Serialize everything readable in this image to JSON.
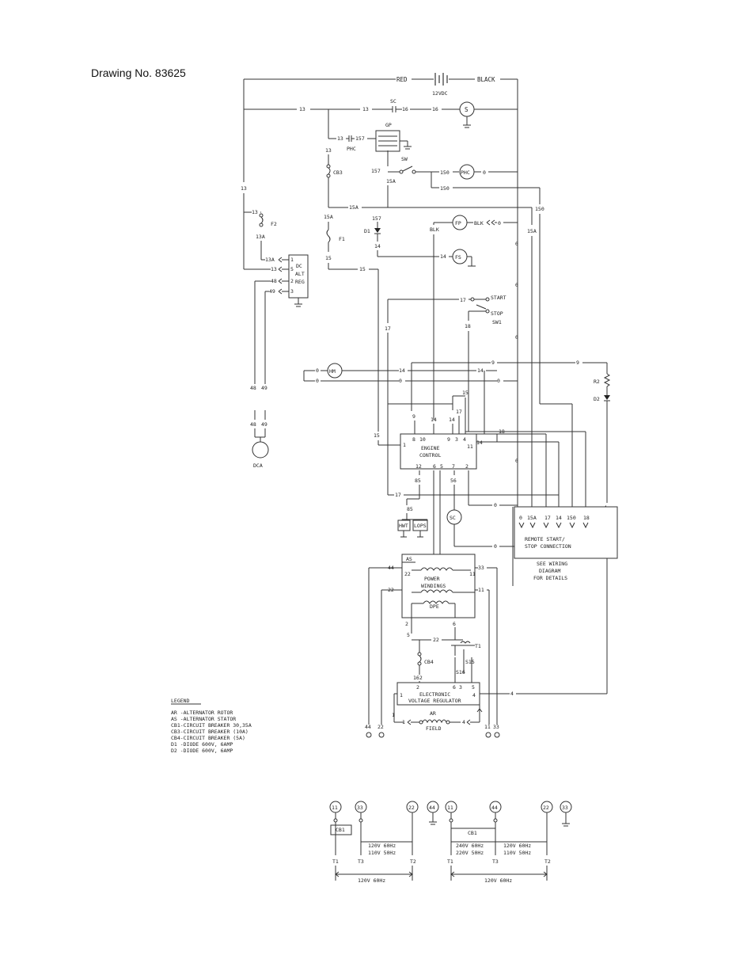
{
  "title": "Drawing No. 83625",
  "battery": {
    "pos": "RED",
    "neg": "BLACK",
    "volt": "12VDC"
  },
  "components": {
    "starter": "S",
    "phc_motor": "PHC",
    "fuel_pump": "FP",
    "fuel_solenoid": "FS",
    "hour_meter": "HM",
    "dca": "DCA",
    "glow_plug": "GP",
    "phc": "PHC",
    "sw": "SW",
    "cb3": "CB3",
    "f1": "F1",
    "f2": "F2",
    "d1": "D1",
    "r2": "R2",
    "d2": "D2",
    "start": "START",
    "stop": "STOP",
    "sw1": "SW1",
    "sc_sensor": "SC",
    "hwt": "HWT",
    "lops": "LOPS",
    "cb4": "CB4",
    "t1": "T1",
    "s15": "S15",
    "s16": "S16",
    "sc": "SC",
    "blk": "BLK"
  },
  "dcalt": {
    "l1": "DC",
    "l2": "ALT",
    "l3": "REG"
  },
  "engine_control": {
    "l1": "ENGINE",
    "l2": "CONTROL"
  },
  "remote": {
    "l1": "REMOTE START/",
    "l2": "STOP CONNECTION",
    "terms": [
      "0",
      "15A",
      "17",
      "14",
      "150",
      "18"
    ]
  },
  "see_wiring": [
    "SEE WIRING",
    "DIAGRAM",
    "FOR DETAILS"
  ],
  "alternator": {
    "as": "AS",
    "power1": "POWER",
    "power2": "WINDINGS",
    "dpe": "DPE"
  },
  "evr": {
    "l1": "ELECTRONIC",
    "l2": "VOLTAGE REGULATOR"
  },
  "field": {
    "ar": "AR",
    "label": "FIELD"
  },
  "legend": {
    "heading": "LEGEND",
    "items": [
      "AR -ALTERNATOR ROTOR",
      "AS -ALTERNATOR STATOR",
      "CB1-CIRCUIT BREAKER 30,35A",
      "CB3-CIRCUIT BREAKER (10A)",
      "CB4-CIRCUIT BREAKER (5A)",
      "D1 -DIODE 600V, 6AMP",
      "D2 -DIODE 600V, 6AMP"
    ]
  },
  "bottom_left": {
    "terminals": [
      "11",
      "33",
      "22",
      "44"
    ],
    "cb": "CB1",
    "voltages": [
      "120V 60Hz",
      "110V 50Hz"
    ],
    "t_labels": [
      "T1",
      "T3",
      "T2"
    ],
    "total": "120V 60Hz"
  },
  "bottom_right": {
    "terminals": [
      "11",
      "44",
      "22",
      "33"
    ],
    "cb": "CB1",
    "left_v": [
      "240V 60Hz",
      "220V 50Hz"
    ],
    "right_v": [
      "120V 60Hz",
      "110V 50Hz"
    ],
    "t_labels": [
      "T1",
      "T3",
      "T2"
    ],
    "total": "120V 60Hz"
  }
}
